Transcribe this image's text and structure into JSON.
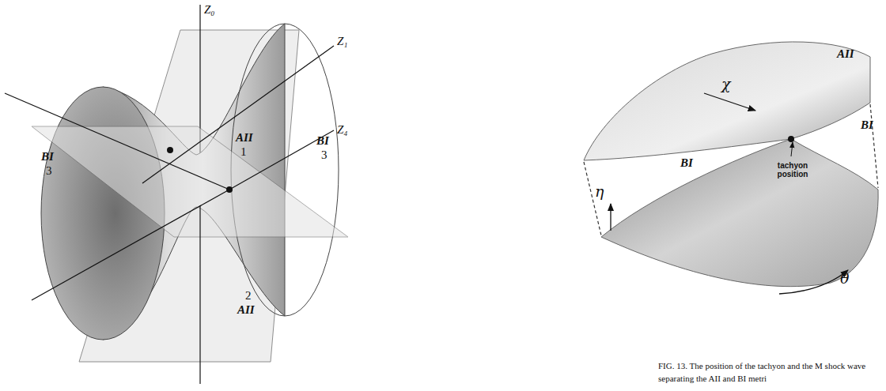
{
  "diagram": {
    "caption": "FIG. 13. The position of the tachyon and the M shock wave separating the AII and BI metri",
    "labels": [
      "Z₀",
      "Z₁",
      "Z₄",
      "BI",
      "3",
      "AII",
      "1",
      "BI",
      "3",
      "2",
      "AII",
      "AII",
      "χ",
      "BI",
      "BI",
      "tachyon position",
      "η",
      "θ"
    ]
  }
}
